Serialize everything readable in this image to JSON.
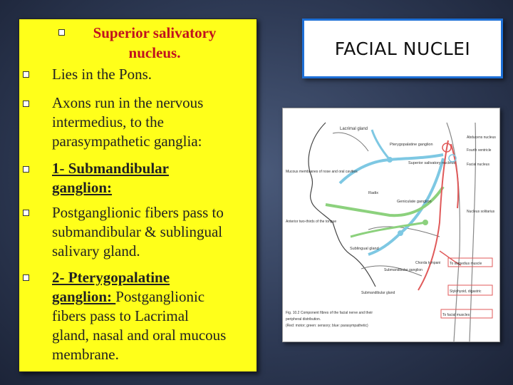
{
  "left_panel": {
    "heading_line1": "Superior salivatory",
    "heading_line2": "nucleus.",
    "bullet1": "Lies in the Pons.",
    "bullet2_lines": [
      "Axons run in the nervous",
      "intermedius, to the",
      "parasympathetic ganglia:"
    ],
    "bullet3_lines": [
      "1- Submandibular",
      "ganglion:"
    ],
    "bullet4_lines": [
      "Postganglionic fibers pass to",
      "submandibular & sublingual",
      "salivary gland."
    ],
    "bullet5_line1": "2- Pterygopalatine",
    "bullet5_line2_bold": "ganglion: ",
    "bullet5_line2_rest": "Postganglionic",
    "bullet5_rest_lines": [
      "fibers pass to Lacrimal",
      "gland, nasal and oral mucous",
      "membrane."
    ]
  },
  "title_box": {
    "title": "FACIAL NUCLEI"
  },
  "figure": {
    "labels": {
      "lacrimal": "Lacrimal gland",
      "pterygopalatine": "Pterygopalatine ganglion",
      "superior_salivatory": "Superior salivatory nucleus",
      "abducens": "Abducens nucleus",
      "fourth_ventricle": "Fourth ventricle",
      "facial_nucleus": "Facial nucleus",
      "mucous": "Mucous membranes of nose and oral cavities",
      "radix": "Radix",
      "geniculate": "Geniculate ganglion",
      "solitary": "Nucleus solitarius",
      "anterior_tongue": "Anterior two-thirds of the tongue",
      "sublingual": "Sublingual gland",
      "submandibular_ganglion": "Submandibular ganglion",
      "chorda": "Chorda tympani",
      "submandibular_gland": "Submandibular gland",
      "to_stapedius": "To stapedius muscle",
      "stylohyoid": "Stylohyoid, digastric",
      "to_facial_muscles": "To facial muscles",
      "caption_line1": "Fig. 10.2 Component fibres of the facial nerve and their",
      "caption_line2": "peripheral distribution.",
      "caption_line3": "(Red: motor; green: sensory; blue: parasympathetic)"
    }
  }
}
